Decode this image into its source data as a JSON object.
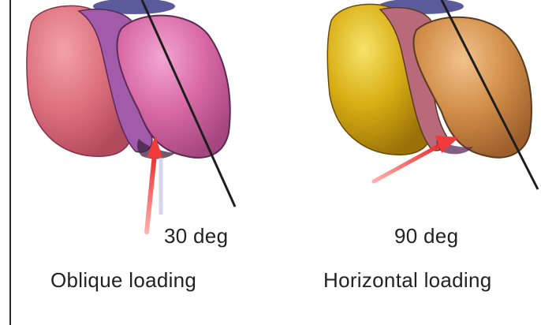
{
  "panels": [
    {
      "angle_label": "30 deg",
      "caption": "Oblique loading",
      "colors": {
        "outer_lobe": "#dc6f7c",
        "inner_lobe": "#d96aa6",
        "middle_band": "#a25aaa",
        "force_arrow": "#f13a3a",
        "outline": "#5b2a55"
      }
    },
    {
      "angle_label": "90 deg",
      "caption": "Horizontal loading",
      "colors": {
        "outer_lobe": "#d9ae14",
        "inner_lobe": "#d28f4a",
        "middle_band": "#b96a7a",
        "force_arrow": "#f13a3a",
        "outline": "#5b3a20"
      }
    }
  ],
  "colors": {
    "background": "#ffffff",
    "axis_line": "#1e1e1e",
    "text": "#222222",
    "top_cap": "#5b5a9a"
  }
}
